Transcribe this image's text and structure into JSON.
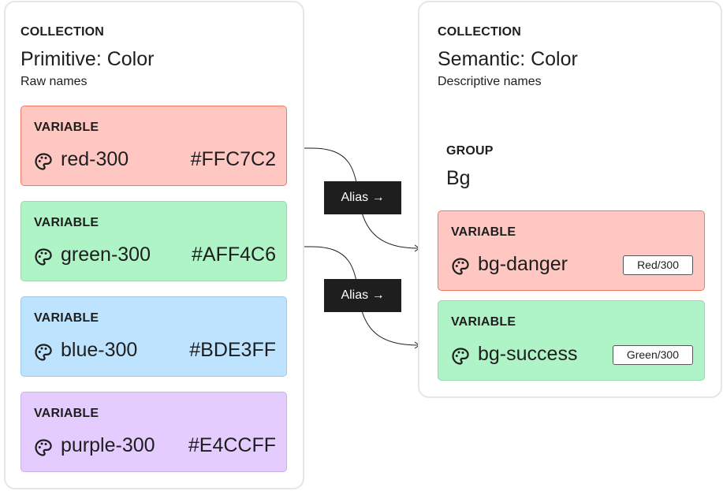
{
  "primitive": {
    "eyebrow": "COLLECTION",
    "title": "Primitive: Color",
    "subtitle": "Raw names",
    "variables": [
      {
        "eyebrow": "VARIABLE",
        "name": "red-300",
        "value": "#FFC7C2",
        "icon": "palette-icon"
      },
      {
        "eyebrow": "VARIABLE",
        "name": "green-300",
        "value": "#AFF4C6",
        "icon": "palette-icon"
      },
      {
        "eyebrow": "VARIABLE",
        "name": "blue-300",
        "value": "#BDE3FF",
        "icon": "palette-icon"
      },
      {
        "eyebrow": "VARIABLE",
        "name": "purple-300",
        "value": "#E4CCFF",
        "icon": "palette-icon"
      }
    ]
  },
  "semantic": {
    "eyebrow": "COLLECTION",
    "title": "Semantic: Color",
    "subtitle": "Descriptive names",
    "group": {
      "eyebrow": "GROUP",
      "name": "Bg"
    },
    "variables": [
      {
        "eyebrow": "VARIABLE",
        "name": "bg-danger",
        "alias": "Red/300",
        "icon": "palette-icon"
      },
      {
        "eyebrow": "VARIABLE",
        "name": "bg-success",
        "alias": "Green/300",
        "icon": "palette-icon"
      }
    ]
  },
  "connectors": [
    {
      "label": "Alias →",
      "from": "red-300",
      "to": "bg-danger"
    },
    {
      "label": "Alias →",
      "from": "green-300",
      "to": "bg-success"
    }
  ],
  "colors": {
    "red": "#ffc7c2",
    "green": "#aff4c6",
    "blue": "#bde3ff",
    "purple": "#e4ccff",
    "red_border": "#f2795f",
    "label_bg": "#1e1e1e"
  }
}
